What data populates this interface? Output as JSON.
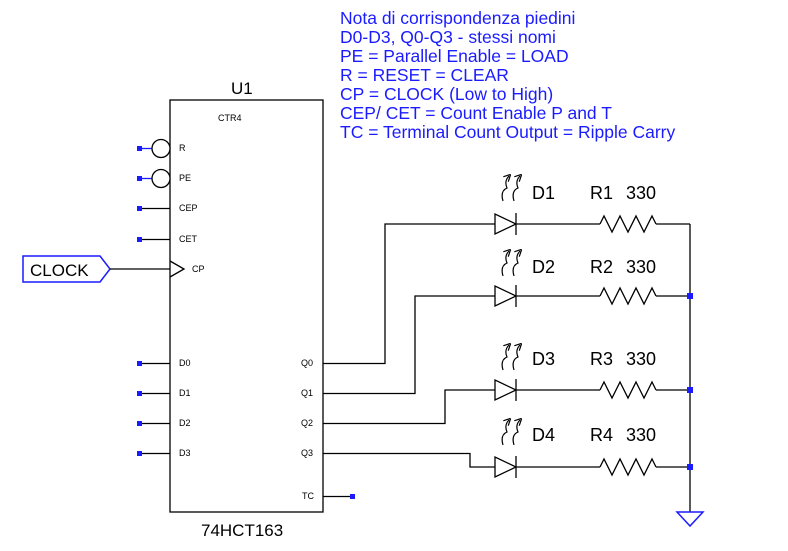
{
  "notes": [
    "Nota di corrispondenza piedini",
    "D0-D3, Q0-Q3 - stessi nomi",
    "PE = Parallel Enable = LOAD",
    "R = RESET = CLEAR",
    "CP = CLOCK (Low to High)",
    "CEP/ CET = Count Enable P and T",
    "TC = Terminal Count Output = Ripple Carry"
  ],
  "chip": {
    "ref": "U1",
    "type": "CTR4",
    "part": "74HCT163",
    "pins_left": [
      "R",
      "PE",
      "CEP",
      "CET",
      "CP",
      "D0",
      "D1",
      "D2",
      "D3"
    ],
    "pins_right": [
      "Q0",
      "Q1",
      "Q2",
      "Q3",
      "TC"
    ]
  },
  "clock_label": "CLOCK",
  "leds": [
    {
      "name": "D1",
      "resistor": "R1",
      "value": "330"
    },
    {
      "name": "D2",
      "resistor": "R2",
      "value": "330"
    },
    {
      "name": "D3",
      "resistor": "R3",
      "value": "330"
    },
    {
      "name": "D4",
      "resistor": "R4",
      "value": "330"
    }
  ]
}
